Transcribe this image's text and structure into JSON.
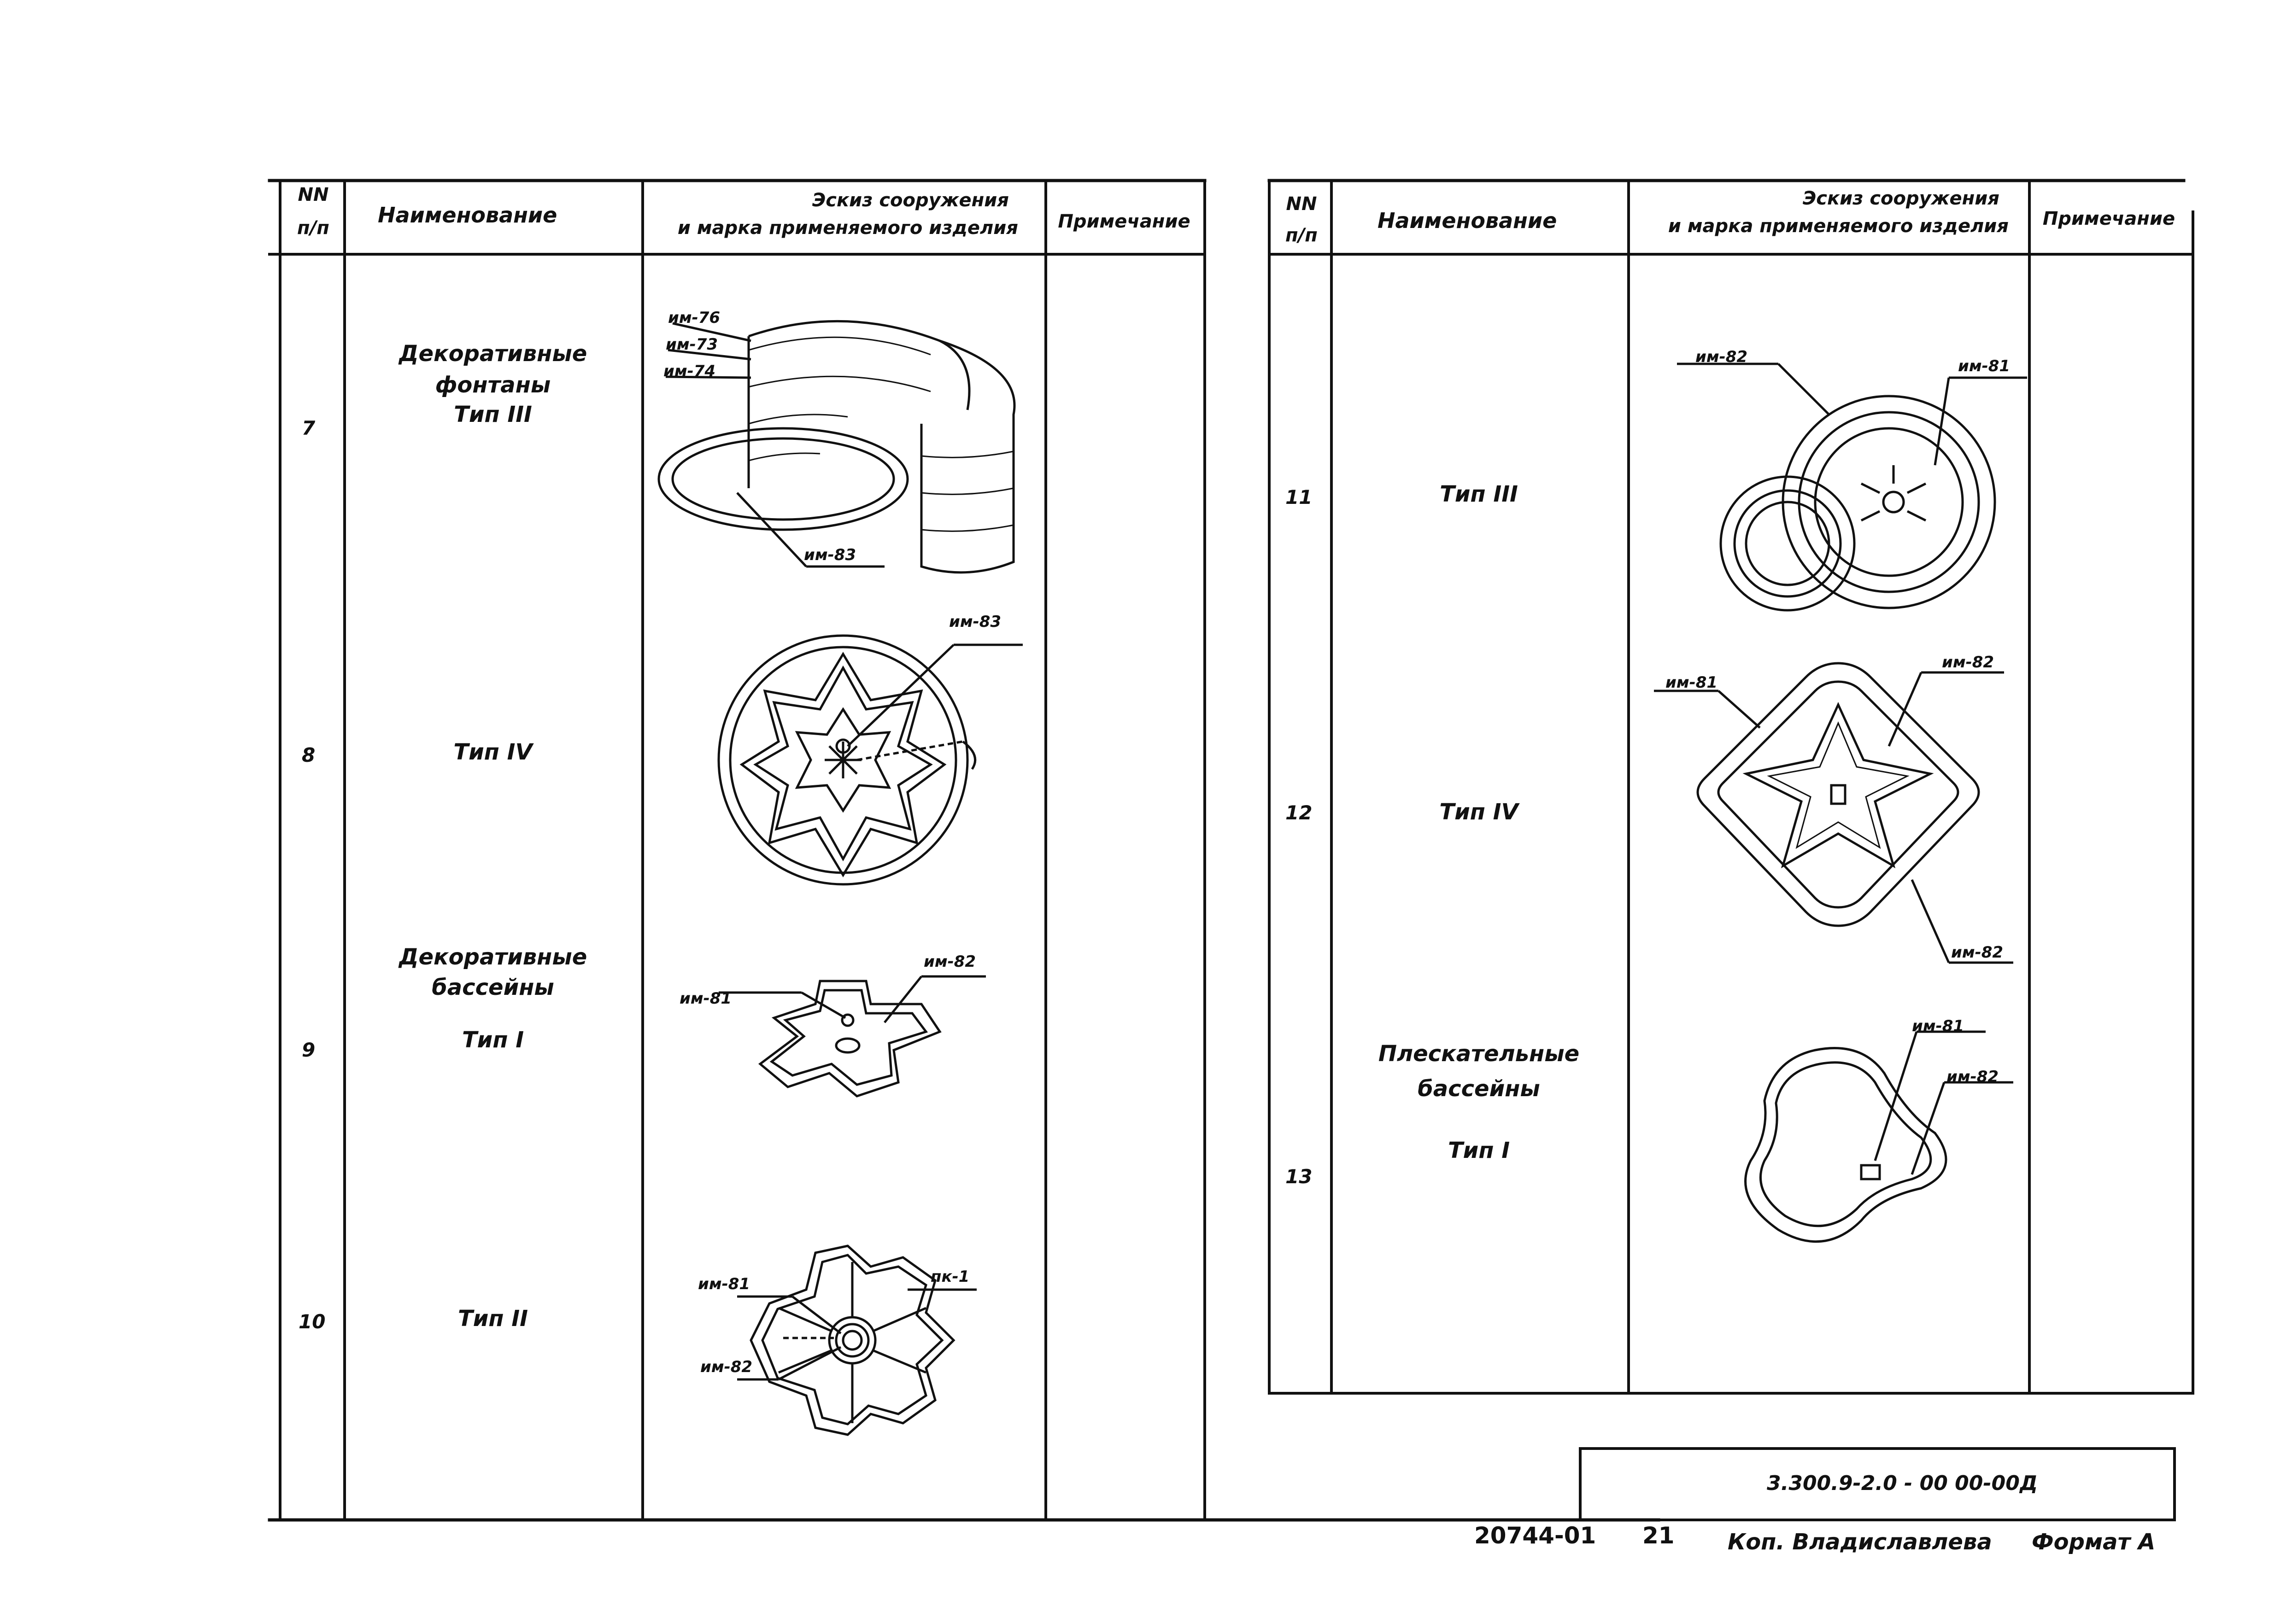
{
  "left_table": {
    "header": {
      "num_line1": "NN",
      "num_line2": "п/п",
      "name": "Наименование",
      "sketch_line1": "Эскиз сооружения",
      "sketch_line2": "и марка применяемого изделия",
      "note": "Примечание"
    },
    "rows": [
      {
        "num": "7",
        "name_line1": "Декоративные",
        "name_line2": "фонтаны",
        "name_line3": "Тип III",
        "labels": [
          "им-76",
          "им-73",
          "им-74",
          "им-83"
        ]
      },
      {
        "num": "8",
        "name_line1": "Тип IV",
        "labels": [
          "им-83"
        ]
      },
      {
        "num": "9",
        "name_line1": "Декоративные",
        "name_line2": "бассейны",
        "name_line3": "Тип I",
        "labels": [
          "им-81",
          "им-82"
        ]
      },
      {
        "num": "10",
        "name_line1": "Тип II",
        "labels": [
          "им-81",
          "пк-1",
          "им-82"
        ]
      }
    ]
  },
  "right_table": {
    "header": {
      "num_line1": "NN",
      "num_line2": "п/п",
      "name": "Наименование",
      "sketch_line1": "Эскиз сооружения",
      "sketch_line2": "и марка применяемого изделия",
      "note": "Примечание"
    },
    "rows": [
      {
        "num": "11",
        "name_line1": "Тип III",
        "labels": [
          "им-82",
          "им-81"
        ]
      },
      {
        "num": "12",
        "name_line1": "Тип IV",
        "labels": [
          "им-81",
          "им-82",
          "им-82"
        ]
      },
      {
        "num": "13",
        "name_line1": "Плескательные",
        "name_line2": "бассейны",
        "name_line3": "Тип I",
        "labels": [
          "им-81",
          "им-82"
        ]
      }
    ]
  },
  "stamp": {
    "code": "3.300.9-2.0 - 00 00-00Д"
  },
  "footer": {
    "inv": "20744-01",
    "sheet": "21",
    "copied": "Коп. Владиславлева",
    "format": "Формат А"
  }
}
